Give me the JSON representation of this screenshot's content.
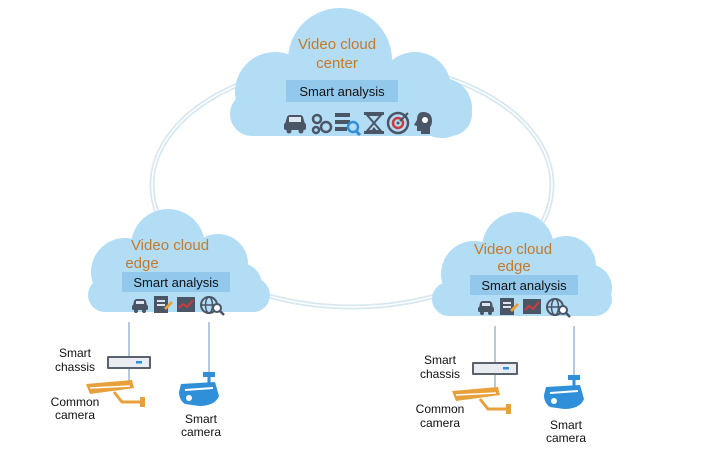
{
  "colors": {
    "cloud": "#b3dcf5",
    "cloud_text": "#c47a2c",
    "analysis_box": "#91c8ec",
    "icon_dark": "#4a5566",
    "icon_red": "#cc3b3b",
    "camera_orange": "#e8a13a",
    "camera_blue": "#2f8fd8",
    "cable": "#9ab8d0",
    "ring": "#d8e8f2"
  },
  "center": {
    "title_line1": "Video cloud",
    "title_line2": "center",
    "analysis_label": "Smart analysis",
    "icons": [
      "car-icon",
      "gears-icon",
      "search-list-icon",
      "hourglass-icon",
      "target-icon",
      "head-profile-icon"
    ]
  },
  "edges": [
    {
      "title_line1": "Video cloud",
      "title_line2": "edge",
      "analysis_label": "Smart analysis",
      "icons": [
        "car-icon",
        "document-icon",
        "chart-icon",
        "globe-search-icon"
      ],
      "chassis_label": "Smart chassis",
      "common_camera_label": "Common camera",
      "smart_camera_label": "Smart camera"
    },
    {
      "title_line1": "Video cloud",
      "title_line2": "edge",
      "analysis_label": "Smart analysis",
      "icons": [
        "car-icon",
        "document-icon",
        "chart-icon",
        "globe-search-icon"
      ],
      "chassis_label": "Smart chassis",
      "common_camera_label": "Common camera",
      "smart_camera_label": "Smart camera"
    }
  ]
}
